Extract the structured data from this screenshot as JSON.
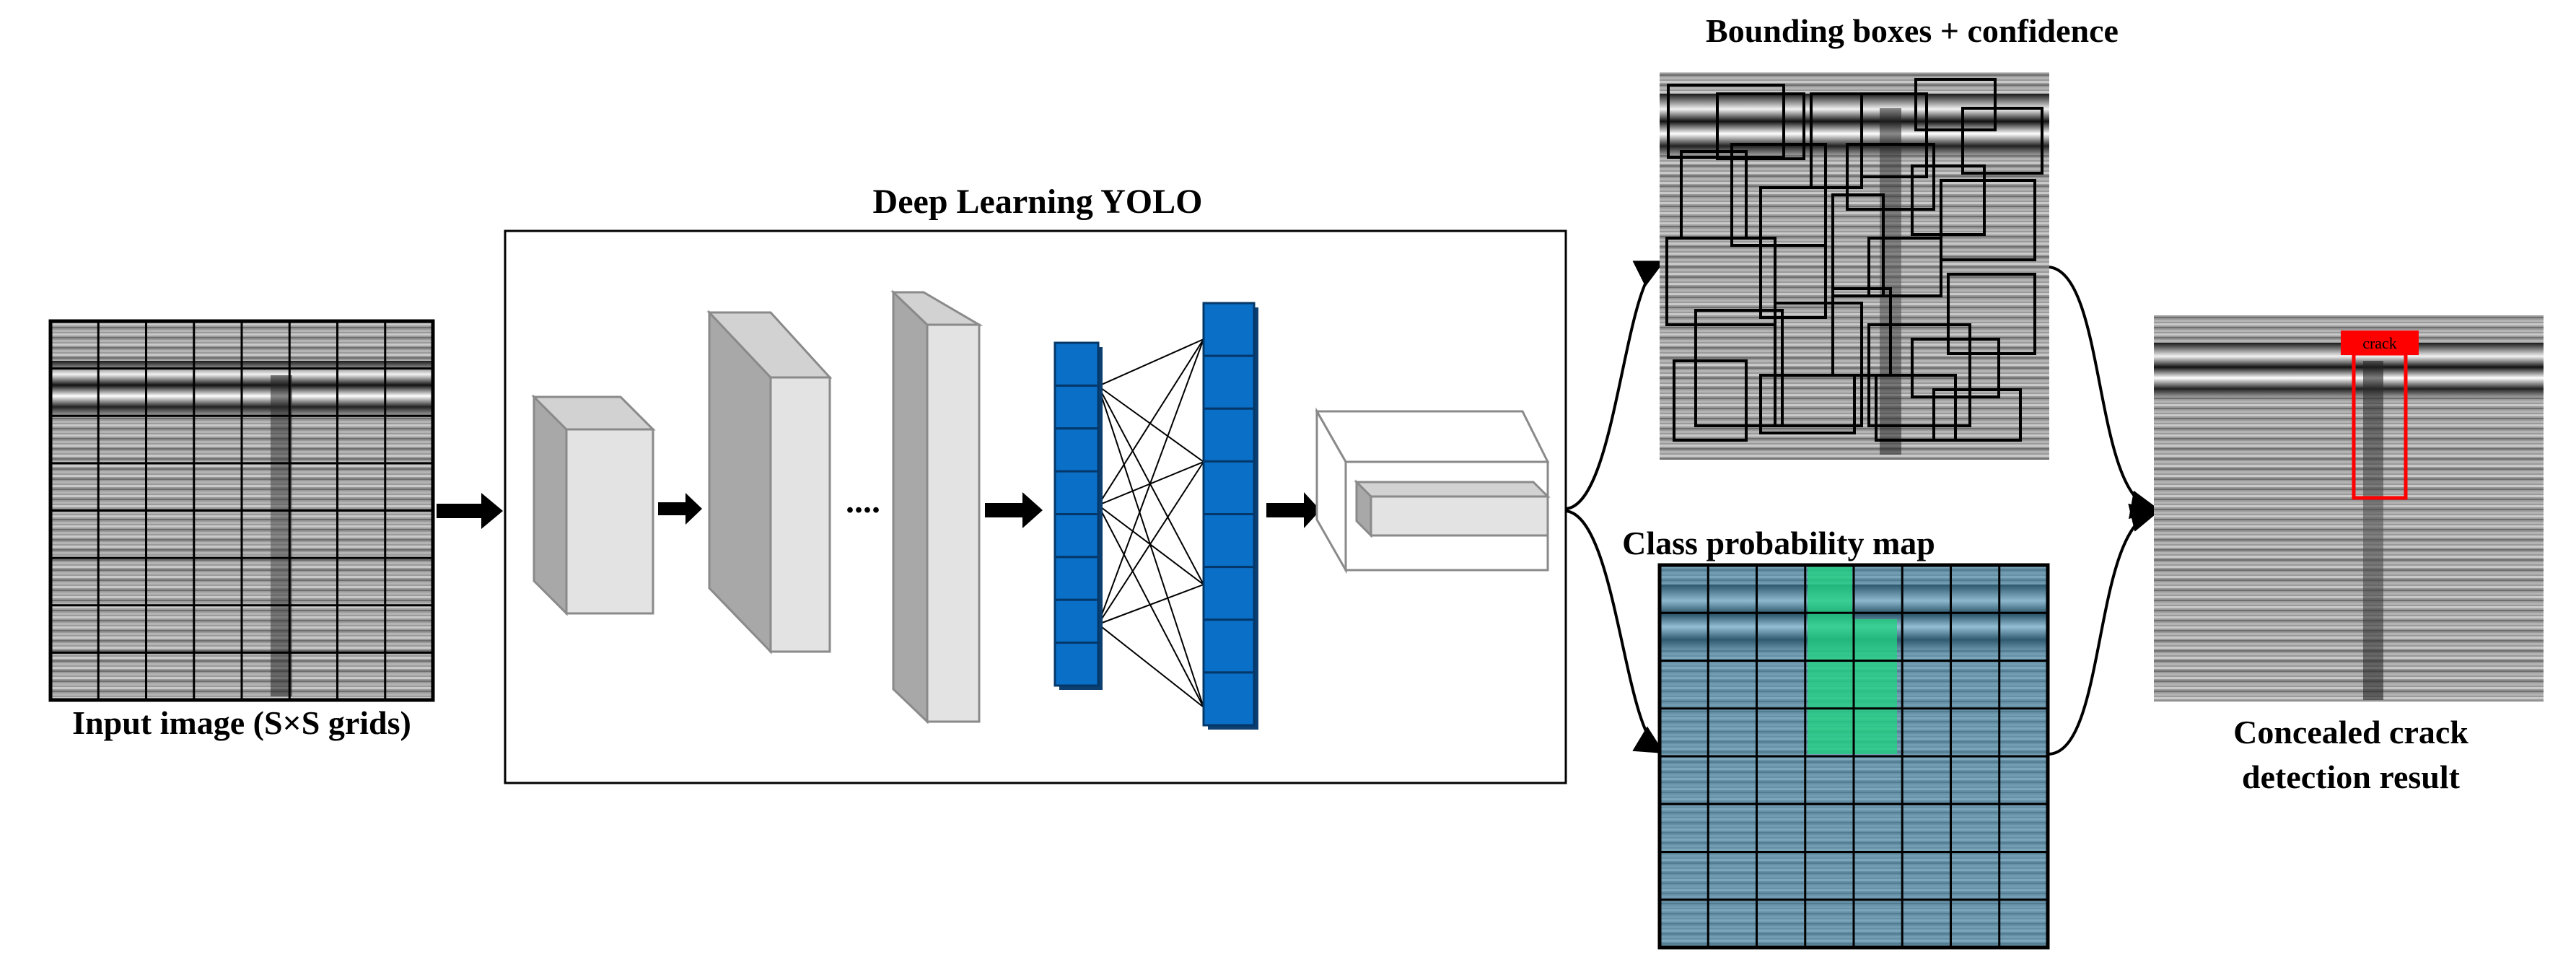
{
  "title": "Deep Learning YOLO",
  "input_label": "Input image (S×S grids)",
  "ellipsis": "....",
  "bbox_label": "Bounding boxes + confidence",
  "prob_label": "Class probability map",
  "result_label_line1": "Concealed crack",
  "result_label_line2": "detection result",
  "crack_tag": "crack",
  "colors": {
    "neuron_blue": "#0a6fc7",
    "prob_overlay": "#3d89b0",
    "highlight_green": "#1fd680",
    "detection_red": "#ff0000",
    "cube_light": "#e3e3e3",
    "cube_dark": "#a8a8a8"
  }
}
